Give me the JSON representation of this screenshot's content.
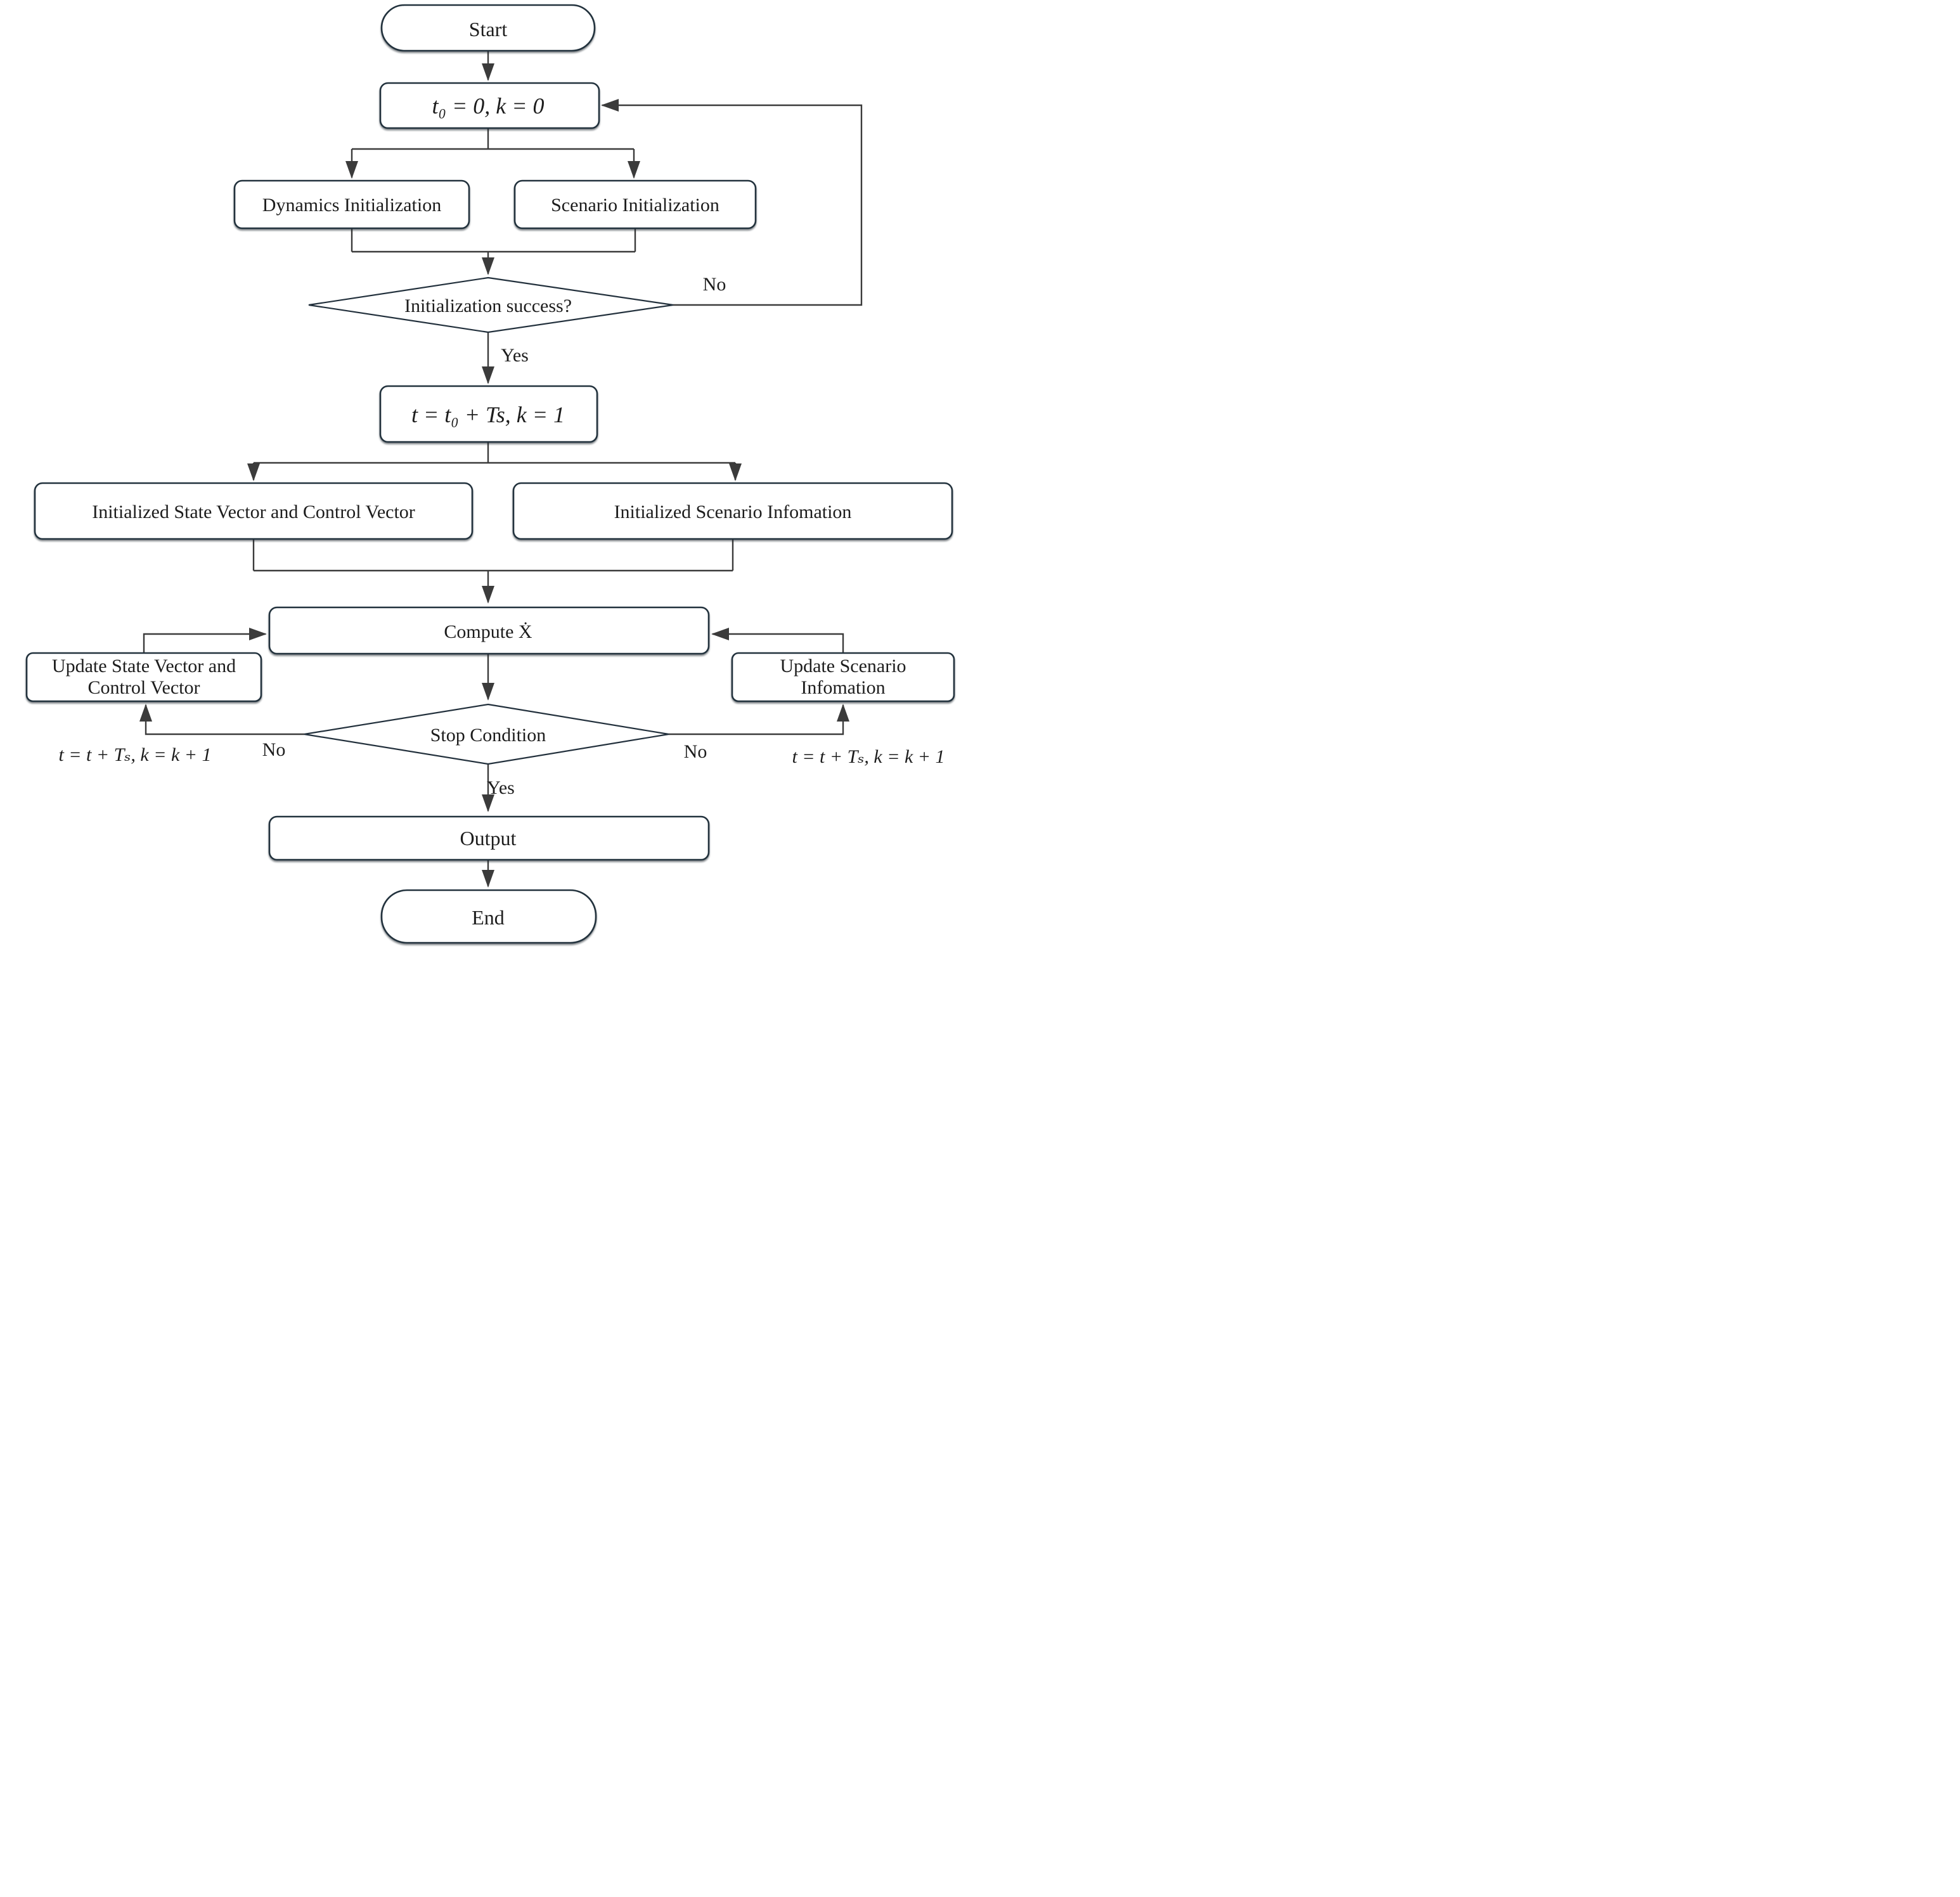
{
  "diagram": {
    "type": "flowchart",
    "nodes": {
      "start": "Start",
      "init_vars": "t₀ = 0,  k = 0",
      "dynamics_init": "Dynamics Initialization",
      "scenario_init": "Scenario Initialization",
      "init_success": "Initialization success?",
      "set_time": "t = t₀ + Ts, k = 1",
      "init_state_vector": "Initialized State Vector and Control Vector",
      "init_scenario_info": "Initialized Scenario Infomation",
      "compute": "Compute Ẋ",
      "update_state_line1": "Update State Vector and",
      "update_state_line2": "Control Vector",
      "update_scenario_line1": "Update Scenario",
      "update_scenario_line2": "Infomation",
      "stop_condition": "Stop Condition",
      "output": "Output",
      "end": "End"
    },
    "edge_labels": {
      "no_top": "No",
      "yes_init": "Yes",
      "no_left": "No",
      "no_right": "No",
      "yes_stop": "Yes",
      "increment_left": "t = t + Tₛ, k = k + 1",
      "increment_right": "t = t + Tₛ, k = k + 1"
    },
    "colors": {
      "background": "#ffffff",
      "node_border": "#22303c",
      "line": "#3b3b3b",
      "text": "#1d1d1d"
    }
  }
}
